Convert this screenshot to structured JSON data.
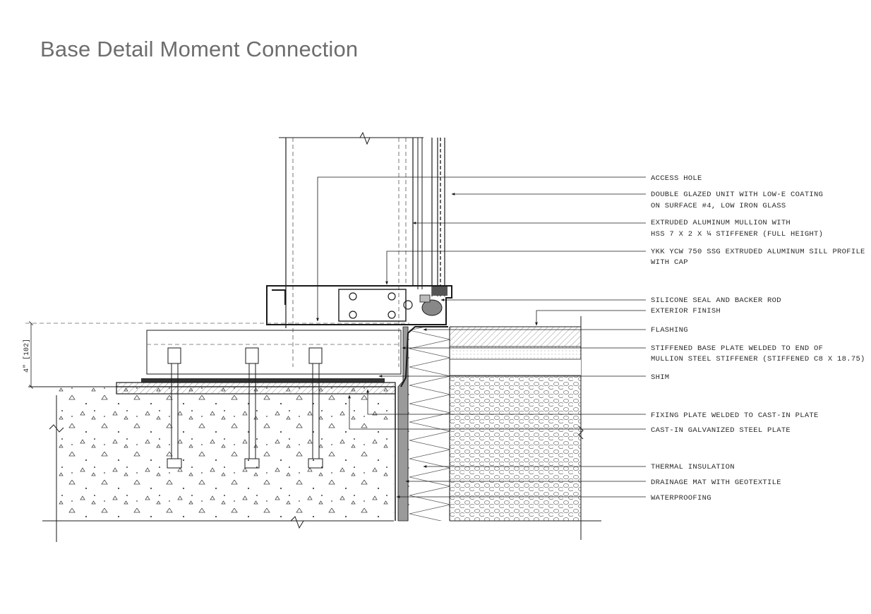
{
  "title": "Base Detail Moment Connection",
  "dimension": {
    "label": "4\" [102]"
  },
  "callouts": [
    {
      "id": "access-hole",
      "lines": [
        "ACCESS HOLE"
      ]
    },
    {
      "id": "double-glazed-unit",
      "lines": [
        "DOUBLE GLAZED UNIT WITH LOW-E COATING",
        "ON SURFACE #4, LOW IRON GLASS"
      ]
    },
    {
      "id": "aluminum-mullion",
      "lines": [
        "EXTRUDED ALUMINUM MULLION WITH",
        "HSS 7 X 2 X ¼ STIFFENER (FULL HEIGHT)"
      ]
    },
    {
      "id": "sill-profile",
      "lines": [
        "YKK YCW 750 SSG EXTRUDED ALUMINUM SILL PROFILE",
        "WITH CAP"
      ]
    },
    {
      "id": "silicone-seal",
      "lines": [
        "SILICONE SEAL AND BACKER ROD"
      ]
    },
    {
      "id": "exterior-finish",
      "lines": [
        "EXTERIOR FINISH"
      ]
    },
    {
      "id": "flashing",
      "lines": [
        "FLASHING"
      ]
    },
    {
      "id": "stiffened-base-plate",
      "lines": [
        "STIFFENED BASE PLATE WELDED TO END OF",
        "MULLION STEEL STIFFENER (STIFFENED C8 X 18.75)"
      ]
    },
    {
      "id": "shim",
      "lines": [
        "SHIM"
      ]
    },
    {
      "id": "fixing-plate",
      "lines": [
        "FIXING PLATE WELDED TO CAST-IN PLATE"
      ]
    },
    {
      "id": "cast-in-plate",
      "lines": [
        "CAST-IN GALVANIZED STEEL PLATE"
      ]
    },
    {
      "id": "thermal-insulation",
      "lines": [
        "THERMAL INSULATION"
      ]
    },
    {
      "id": "drainage-mat",
      "lines": [
        "DRAINAGE MAT WITH GEOTEXTILE"
      ]
    },
    {
      "id": "waterproofing",
      "lines": [
        "WATERPROOFING"
      ]
    }
  ]
}
